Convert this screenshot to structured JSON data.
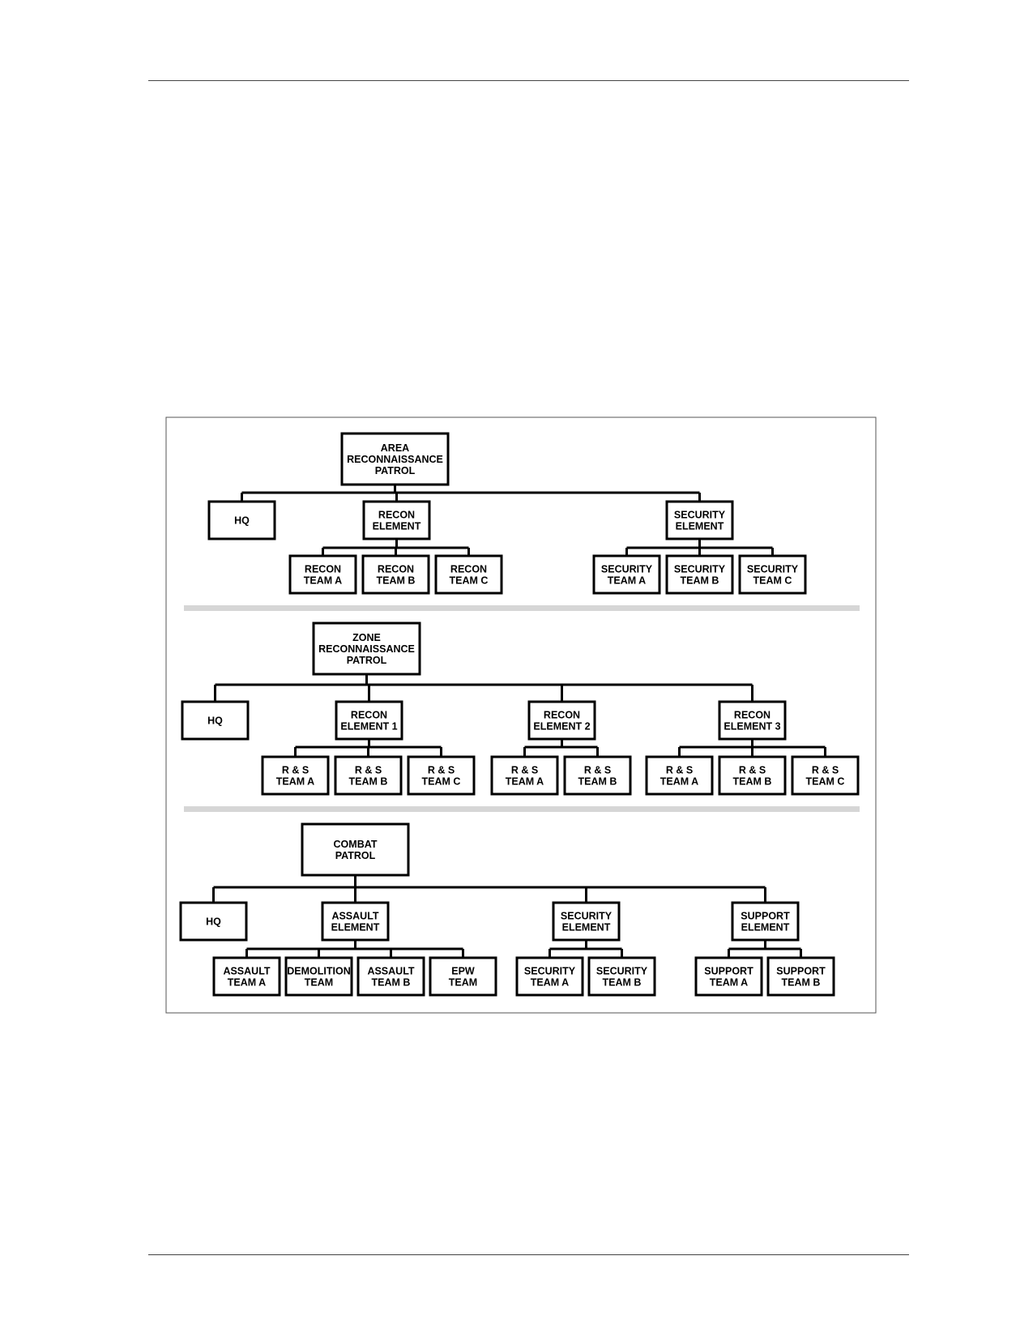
{
  "charts": [
    {
      "root": "AREA\nRECONNAISSANCE\nPATROL",
      "children": [
        {
          "label": "HQ",
          "teams": []
        },
        {
          "label": "RECON\nELEMENT",
          "teams": [
            "RECON\nTEAM A",
            "RECON\nTEAM B",
            "RECON\nTEAM C"
          ]
        },
        {
          "label": "SECURITY\nELEMENT",
          "teams": [
            "SECURITY\nTEAM A",
            "SECURITY\nTEAM B",
            "SECURITY\nTEAM C"
          ]
        }
      ]
    },
    {
      "root": "ZONE\nRECONNAISSANCE\nPATROL",
      "children": [
        {
          "label": "HQ",
          "teams": []
        },
        {
          "label": "RECON\nELEMENT 1",
          "teams": [
            "R & S\nTEAM A",
            "R & S\nTEAM B",
            "R & S\nTEAM C"
          ]
        },
        {
          "label": "RECON\nELEMENT 2",
          "teams": [
            "R & S\nTEAM A",
            "R & S\nTEAM B"
          ]
        },
        {
          "label": "RECON\nELEMENT 3",
          "teams": [
            "R & S\nTEAM A",
            "R & S\nTEAM B",
            "R & S\nTEAM C"
          ]
        }
      ]
    },
    {
      "root": "COMBAT\nPATROL",
      "children": [
        {
          "label": "HQ",
          "teams": []
        },
        {
          "label": "ASSAULT\nELEMENT",
          "teams": [
            "ASSAULT\nTEAM A",
            "DEMOLITION\nTEAM",
            "ASSAULT\nTEAM B",
            "EPW\nTEAM"
          ]
        },
        {
          "label": "SECURITY\nELEMENT",
          "teams": [
            "SECURITY\nTEAM A",
            "SECURITY\nTEAM B"
          ]
        },
        {
          "label": "SUPPORT\nELEMENT",
          "teams": [
            "SUPPORT\nTEAM A",
            "SUPPORT\nTEAM B"
          ]
        }
      ]
    }
  ]
}
